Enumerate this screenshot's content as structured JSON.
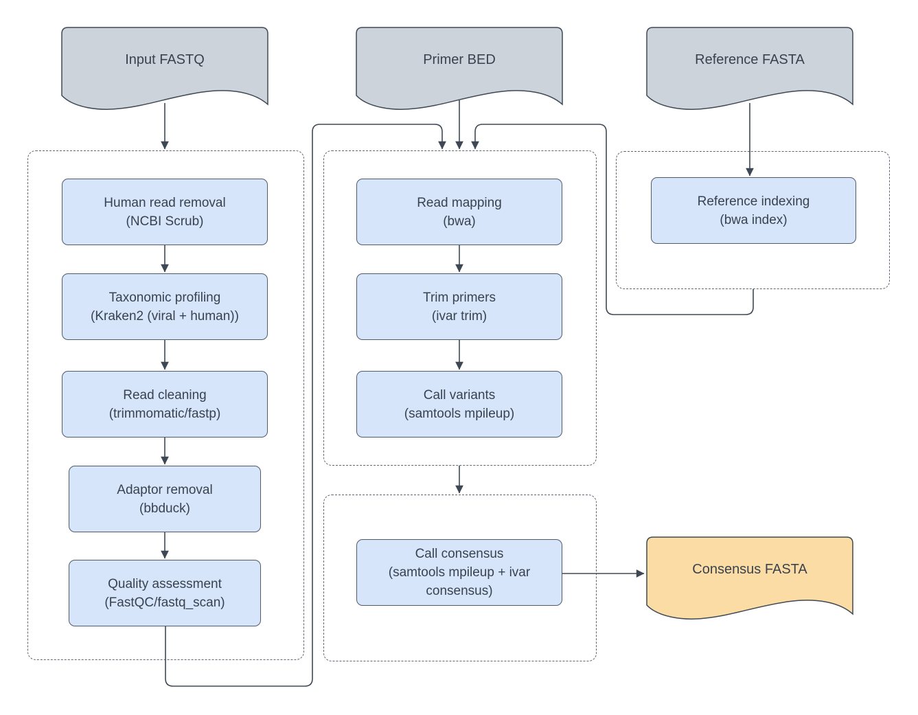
{
  "documents": {
    "input_fastq": {
      "label": "Input FASTQ"
    },
    "primer_bed": {
      "label": "Primer BED"
    },
    "reference_fasta": {
      "label": "Reference FASTA"
    },
    "consensus_fasta": {
      "label": "Consensus FASTA"
    }
  },
  "groups": {
    "preprocessing": {
      "steps": [
        {
          "name": "Human read removal",
          "tool": "(NCBI Scrub)"
        },
        {
          "name": "Taxonomic profiling",
          "tool": "(Kraken2 (viral + human))"
        },
        {
          "name": "Read cleaning",
          "tool": "(trimmomatic/fastp)"
        },
        {
          "name": "Adaptor removal",
          "tool": "(bbduck)"
        },
        {
          "name": "Quality assessment",
          "tool": "(FastQC/fastq_scan)"
        }
      ]
    },
    "mapping": {
      "steps": [
        {
          "name": "Read mapping",
          "tool": "(bwa)"
        },
        {
          "name": "Trim primers",
          "tool": "(ivar trim)"
        },
        {
          "name": "Call variants",
          "tool": "(samtools mpileup)"
        }
      ]
    },
    "reference": {
      "steps": [
        {
          "name": "Reference indexing",
          "tool": "(bwa index)"
        }
      ]
    },
    "consensus": {
      "steps": [
        {
          "name": "Call consensus",
          "tool": "(samtools mpileup + ivar consensus)"
        }
      ]
    }
  },
  "colors": {
    "process_fill": "#d7e5fb",
    "process_border": "#505a68",
    "document_fill": "#cdd3da",
    "document_border": "#3e4854",
    "output_fill": "#fcdca5",
    "connector": "#3e4854",
    "group_border": "#5d6570",
    "text": "#39424f",
    "background": "#ffffff"
  }
}
